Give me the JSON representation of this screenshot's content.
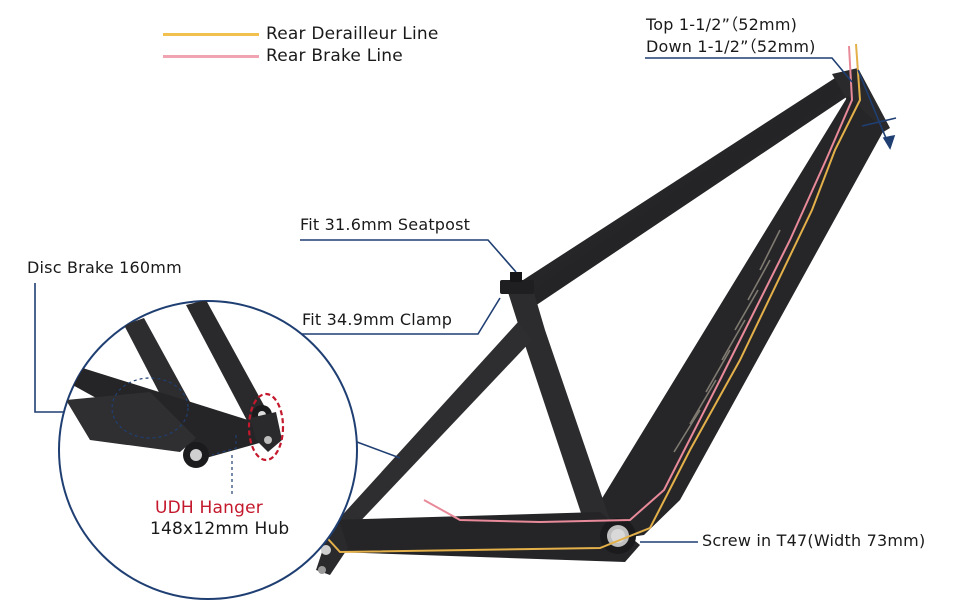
{
  "legend": [
    {
      "label": "Rear Derailleur Line",
      "color": "#f1c04e"
    },
    {
      "label": "Rear Brake Line",
      "color": "#f0a3b0"
    }
  ],
  "labels": {
    "headset_top": "Top 1-1/2”（52mm)",
    "headset_down": "Down 1-1/2”（52mm)",
    "seatpost": "Fit 31.6mm Seatpost",
    "clamp": "Fit 34.9mm Clamp",
    "disc_brake": "Disc Brake 160mm",
    "udh_hanger": "UDH Hanger",
    "hub": "148x12mm Hub",
    "bottom_bracket": "Screw in T47(Width 73mm)"
  },
  "colors": {
    "frame": "#2b2b2d",
    "callout": "#1f3f73",
    "udh_highlight": "#c4182c",
    "derailleur_line": "#e3b04a",
    "brake_line": "#e88a9a"
  },
  "icons": {
    "head_tube_axis": "crosshair-arrow-icon",
    "udh_hanger": "dashed-ellipse-icon"
  }
}
